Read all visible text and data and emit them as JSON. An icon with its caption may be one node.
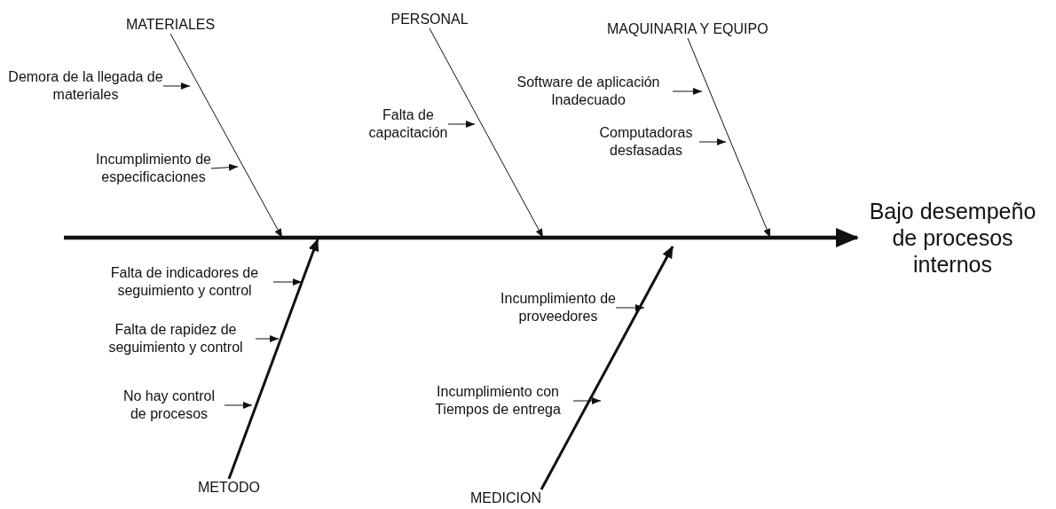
{
  "diagram": {
    "nodes": [
      {
        "text": [
          "MATERIALES"
        ]
      },
      {
        "text": [
          "PERSONAL"
        ]
      },
      {
        "text": [
          "MAQUINARIA Y EQUIPO"
        ]
      },
      {
        "text": [
          "Demora de la llegada de materiales"
        ]
      },
      {
        "text": [
          "Incumplimiento de especificaciones"
        ]
      },
      {
        "text": [
          "Falta de capacitación"
        ]
      },
      {
        "text": [
          "Software de aplicación Inadecuado"
        ]
      },
      {
        "text": [
          "Computadoras desfasadas"
        ]
      },
      {
        "text": [
          "Bajo desempeño de procesos internos"
        ]
      },
      {
        "text": [
          "Falta de indicadores de seguimiento y control"
        ]
      },
      {
        "text": [
          "Falta de rapidez de seguimiento y control"
        ]
      },
      {
        "text": [
          "No hay control de procesos"
        ]
      },
      {
        "text": [
          "Incumplimiento de proveedores"
        ]
      },
      {
        "text": [
          "Incumplimiento con Tiempos de entrega"
        ]
      },
      {
        "text": [
          "METODO"
        ]
      },
      {
        "text": [
          "MEDICION"
        ]
      }
    ],
    "edges": [
      {
        "from": null,
        "to": 8,
        "arrow": "to",
        "style": "thick"
      },
      {
        "from": 0,
        "to": null,
        "arrow": "to"
      },
      {
        "from": 3,
        "to": null,
        "arrow": "to"
      },
      {
        "from": 4,
        "to": null,
        "arrow": "to"
      },
      {
        "from": 1,
        "to": null,
        "arrow": "to"
      },
      {
        "from": 5,
        "to": null,
        "arrow": "to"
      },
      {
        "from": 2,
        "to": null,
        "arrow": "to"
      },
      {
        "from": 6,
        "to": null,
        "arrow": "to"
      },
      {
        "from": 7,
        "to": null,
        "arrow": "to"
      },
      {
        "from": 14,
        "to": null,
        "arrow": "to",
        "style": "thick"
      },
      {
        "from": 9,
        "to": null,
        "arrow": "to"
      },
      {
        "from": 10,
        "to": null,
        "arrow": "to"
      },
      {
        "from": 11,
        "to": null,
        "arrow": "to"
      },
      {
        "from": 15,
        "to": null,
        "arrow": "to",
        "style": "thick"
      },
      {
        "from": 12,
        "to": null,
        "arrow": "to"
      },
      {
        "from": 13,
        "to": null,
        "arrow": "to"
      }
    ]
  }
}
